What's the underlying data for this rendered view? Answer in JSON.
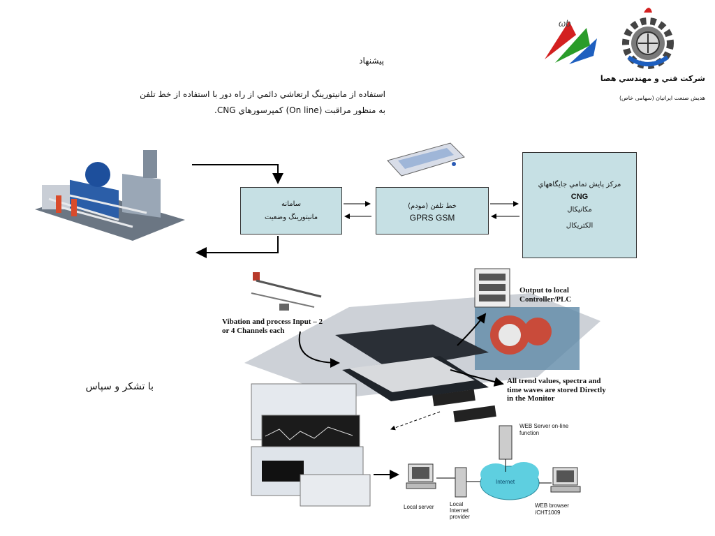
{
  "company": {
    "name": "شرکت فني و مهندسي هصا",
    "subtitle": "هديش صنعت ايرانيان (سهامی خاص)"
  },
  "heading": "پيشنهاد",
  "proposal_text": "استفاده از مانيتورينگ ارتعاشي دائمي از راه دور با استفاده از خط تلفن به منظور مراقبت (On line) کمپرسورهاي CNG.",
  "flow": {
    "monitoring_box": {
      "line1": "سامانه",
      "line2": "مانيتورينگ وضعيت"
    },
    "modem_box": {
      "line1": "خط تلفن (مودم)",
      "line2": "GPRS  GSM"
    },
    "center_box": {
      "line1": "مرکز پايش تمامي جايگاههاي",
      "line2": "CNG",
      "line3": "مکانيکال",
      "line4": "الکتريکال"
    }
  },
  "thanks": "با تشکر و سپاس",
  "diagram": {
    "vibration_input": "Vibation and process Input – 2 or 4 Channels each",
    "output_plc": "Output to local Controller/PLC",
    "trend_values": "All trend values, spectra and time waves are stored Directly in the Monitor",
    "web_server": "WEB Server on-line function",
    "internet": "Internet",
    "local_server": "Local server",
    "local_provider": "Local Internet provider",
    "web_browser": "WEB browser /CHT1009"
  },
  "colors": {
    "box_fill": "#c6e0e4",
    "cloud": "#5ecfe0"
  }
}
